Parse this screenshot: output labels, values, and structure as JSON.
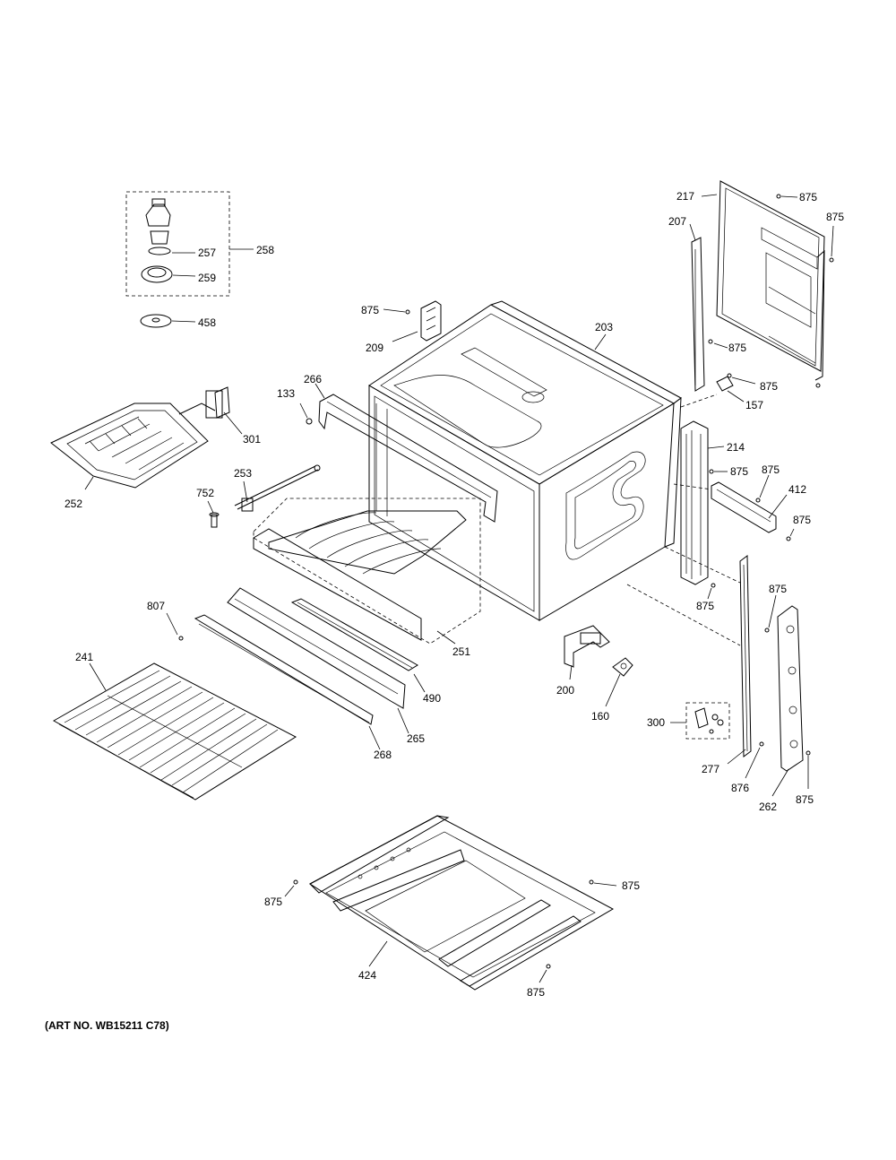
{
  "labels": {
    "l217": "217",
    "l875a": "875",
    "l875b": "875",
    "l207": "207",
    "l875c": "875",
    "l203": "203",
    "l209": "209",
    "l875d": "875",
    "l875e": "875",
    "l157": "157",
    "l258": "258",
    "l257": "257",
    "l259": "259",
    "l458": "458",
    "l266": "266",
    "l133": "133",
    "l301": "301",
    "l252": "252",
    "l253": "253",
    "l752": "752",
    "l214": "214",
    "l875f": "875",
    "l875g": "875",
    "l412": "412",
    "l875h": "875",
    "l875i": "875",
    "l875j": "875",
    "l251": "251",
    "l807": "807",
    "l241": "241",
    "l490": "490",
    "l265": "265",
    "l268": "268",
    "l200": "200",
    "l160": "160",
    "l300": "300",
    "l277": "277",
    "l876": "876",
    "l262": "262",
    "l875k": "875",
    "l875l": "875",
    "l875m": "875",
    "l424": "424",
    "l875n": "875"
  },
  "art_number": "(ART NO. WB15211 C78)"
}
